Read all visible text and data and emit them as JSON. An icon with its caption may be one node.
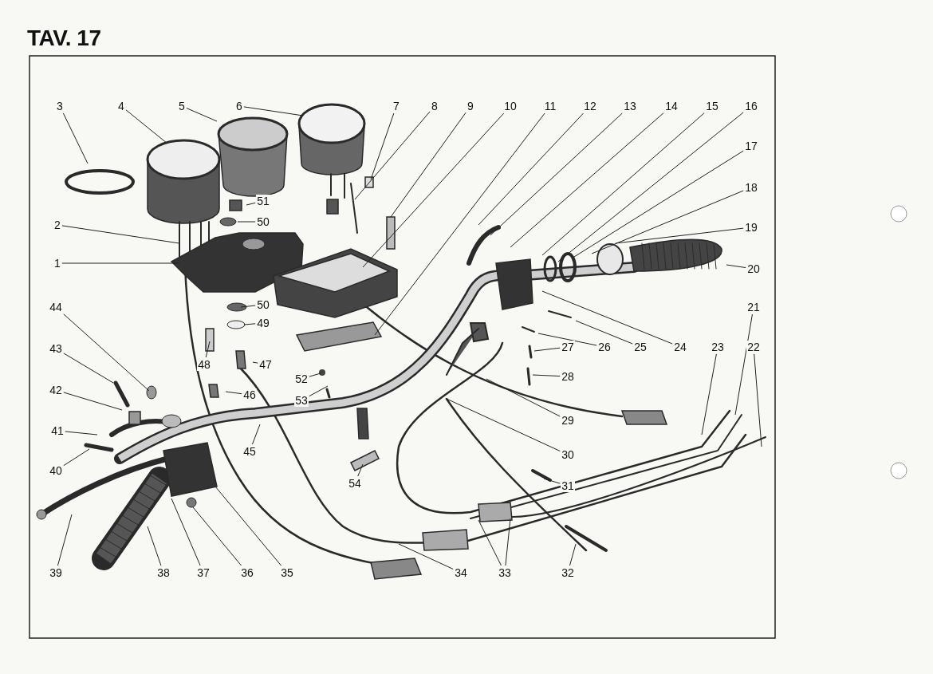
{
  "diagram": {
    "title": "TAV. 17",
    "nodes": [
      {
        "text": [
          "1"
        ]
      },
      {
        "text": [
          "2"
        ]
      },
      {
        "text": [
          "3"
        ]
      },
      {
        "text": [
          "4"
        ]
      },
      {
        "text": [
          "5"
        ]
      },
      {
        "text": [
          "6"
        ]
      },
      {
        "text": [
          "7"
        ]
      },
      {
        "text": [
          "8"
        ]
      },
      {
        "text": [
          "9"
        ]
      },
      {
        "text": [
          "10"
        ]
      },
      {
        "text": [
          "11"
        ]
      },
      {
        "text": [
          "12"
        ]
      },
      {
        "text": [
          "13"
        ]
      },
      {
        "text": [
          "14"
        ]
      },
      {
        "text": [
          "15"
        ]
      },
      {
        "text": [
          "16"
        ]
      },
      {
        "text": [
          "17"
        ]
      },
      {
        "text": [
          "18"
        ]
      },
      {
        "text": [
          "19"
        ]
      },
      {
        "text": [
          "20"
        ]
      },
      {
        "text": [
          "21"
        ]
      },
      {
        "text": [
          "22"
        ]
      },
      {
        "text": [
          "23"
        ]
      },
      {
        "text": [
          "24"
        ]
      },
      {
        "text": [
          "25"
        ]
      },
      {
        "text": [
          "26"
        ]
      },
      {
        "text": [
          "27"
        ]
      },
      {
        "text": [
          "28"
        ]
      },
      {
        "text": [
          "29"
        ]
      },
      {
        "text": [
          "30"
        ]
      },
      {
        "text": [
          "31"
        ]
      },
      {
        "text": [
          "32"
        ]
      },
      {
        "text": [
          "33"
        ]
      },
      {
        "text": [
          "34"
        ]
      },
      {
        "text": [
          "35"
        ]
      },
      {
        "text": [
          "36"
        ]
      },
      {
        "text": [
          "37"
        ]
      },
      {
        "text": [
          "38"
        ]
      },
      {
        "text": [
          "39"
        ]
      },
      {
        "text": [
          "40"
        ]
      },
      {
        "text": [
          "41"
        ]
      },
      {
        "text": [
          "42"
        ]
      },
      {
        "text": [
          "43"
        ]
      },
      {
        "text": [
          "44"
        ]
      },
      {
        "text": [
          "45"
        ]
      },
      {
        "text": [
          "46"
        ]
      },
      {
        "text": [
          "47"
        ]
      },
      {
        "text": [
          "48"
        ]
      },
      {
        "text": [
          "49"
        ]
      },
      {
        "text": [
          "50"
        ]
      },
      {
        "text": [
          "50"
        ]
      },
      {
        "text": [
          "51"
        ]
      },
      {
        "text": [
          "52"
        ]
      },
      {
        "text": [
          "53"
        ]
      },
      {
        "text": [
          "54"
        ]
      }
    ],
    "edges": [
      {
        "from": 0,
        "to": null,
        "arrow": "none"
      },
      {
        "from": 1,
        "to": null,
        "arrow": "none"
      },
      {
        "from": 2,
        "to": null,
        "arrow": "none"
      },
      {
        "from": 3,
        "to": null,
        "arrow": "none"
      },
      {
        "from": 4,
        "to": null,
        "arrow": "none"
      },
      {
        "from": 5,
        "to": null,
        "arrow": "none"
      },
      {
        "from": 6,
        "to": null,
        "arrow": "none"
      },
      {
        "from": 7,
        "to": null,
        "arrow": "none"
      },
      {
        "from": 8,
        "to": null,
        "arrow": "none"
      },
      {
        "from": 9,
        "to": null,
        "arrow": "none"
      },
      {
        "from": 10,
        "to": null,
        "arrow": "none"
      },
      {
        "from": 11,
        "to": null,
        "arrow": "none"
      },
      {
        "from": 12,
        "to": null,
        "arrow": "none"
      },
      {
        "from": 13,
        "to": null,
        "arrow": "none"
      },
      {
        "from": 14,
        "to": null,
        "arrow": "none"
      },
      {
        "from": 15,
        "to": null,
        "arrow": "none"
      },
      {
        "from": 16,
        "to": null,
        "arrow": "none"
      },
      {
        "from": 17,
        "to": null,
        "arrow": "none"
      },
      {
        "from": 18,
        "to": null,
        "arrow": "none"
      },
      {
        "from": 19,
        "to": null,
        "arrow": "none"
      },
      {
        "from": 20,
        "to": null,
        "arrow": "none"
      },
      {
        "from": 21,
        "to": null,
        "arrow": "none"
      },
      {
        "from": 22,
        "to": null,
        "arrow": "none"
      },
      {
        "from": 23,
        "to": null,
        "arrow": "none"
      },
      {
        "from": 24,
        "to": null,
        "arrow": "none"
      },
      {
        "from": 25,
        "to": null,
        "arrow": "none"
      },
      {
        "from": 26,
        "to": null,
        "arrow": "none"
      },
      {
        "from": 27,
        "to": null,
        "arrow": "none"
      },
      {
        "from": 28,
        "to": null,
        "arrow": "none"
      },
      {
        "from": 29,
        "to": null,
        "arrow": "none"
      },
      {
        "from": 30,
        "to": null,
        "arrow": "none"
      },
      {
        "from": 31,
        "to": null,
        "arrow": "none"
      },
      {
        "from": 32,
        "to": null,
        "arrow": "none"
      },
      {
        "from": 32,
        "to": null,
        "arrow": "none"
      },
      {
        "from": 33,
        "to": null,
        "arrow": "none"
      },
      {
        "from": 34,
        "to": null,
        "arrow": "none"
      },
      {
        "from": 35,
        "to": null,
        "arrow": "none"
      },
      {
        "from": 36,
        "to": null,
        "arrow": "none"
      },
      {
        "from": 37,
        "to": null,
        "arrow": "none"
      },
      {
        "from": 38,
        "to": null,
        "arrow": "none"
      },
      {
        "from": 39,
        "to": null,
        "arrow": "none"
      },
      {
        "from": 40,
        "to": null,
        "arrow": "none"
      },
      {
        "from": 41,
        "to": null,
        "arrow": "none"
      },
      {
        "from": 42,
        "to": null,
        "arrow": "none"
      },
      {
        "from": 43,
        "to": null,
        "arrow": "none"
      },
      {
        "from": 44,
        "to": null,
        "arrow": "none"
      },
      {
        "from": 45,
        "to": null,
        "arrow": "none"
      },
      {
        "from": 46,
        "to": null,
        "arrow": "none"
      },
      {
        "from": 47,
        "to": null,
        "arrow": "none"
      },
      {
        "from": 48,
        "to": null,
        "arrow": "none"
      },
      {
        "from": 49,
        "to": null,
        "arrow": "none"
      },
      {
        "from": 50,
        "to": null,
        "arrow": "none"
      },
      {
        "from": 51,
        "to": null,
        "arrow": "none"
      },
      {
        "from": 52,
        "to": null,
        "arrow": "none"
      },
      {
        "from": 53,
        "to": null,
        "arrow": "none"
      },
      {
        "from": 54,
        "to": null,
        "arrow": "none"
      }
    ]
  }
}
